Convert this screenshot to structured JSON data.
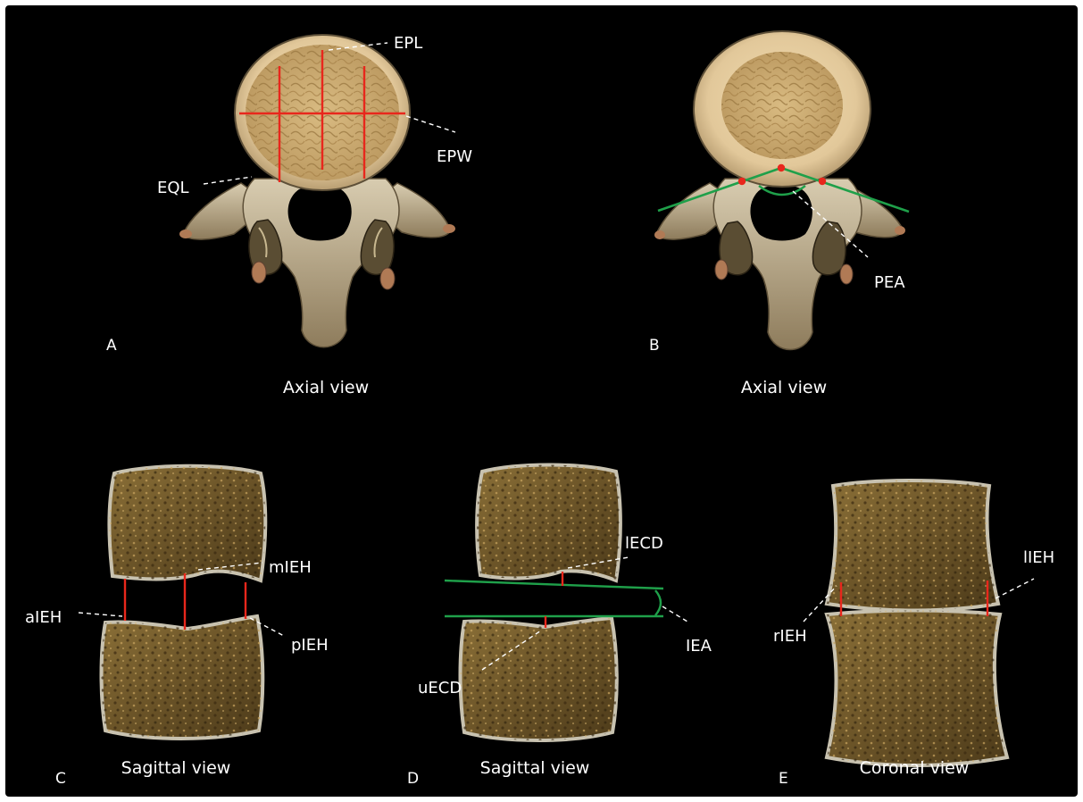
{
  "panels": {
    "a": {
      "letter": "A",
      "caption": "Axial view",
      "labels": {
        "epl": "EPL",
        "epw": "EPW",
        "eql": "EQL"
      }
    },
    "b": {
      "letter": "B",
      "caption": "Axial view",
      "labels": {
        "pea": "PEA"
      }
    },
    "c": {
      "letter": "C",
      "caption": "Sagittal view",
      "labels": {
        "mieh": "mIEH",
        "aieh": "aIEH",
        "pieh": "pIEH"
      }
    },
    "d": {
      "letter": "D",
      "caption": "Sagittal view",
      "labels": {
        "lecd": "lECD",
        "ieа": "IEA",
        "iea": "IEA",
        "uecd": "uECD"
      }
    },
    "e": {
      "letter": "E",
      "caption": "Coronal view",
      "labels": {
        "lieh": "lIEH",
        "rieh": "rIEH"
      }
    }
  },
  "colors": {
    "background": "#000000",
    "bone_light": "#ead2a4",
    "bone_dark": "#8a7554",
    "cancellous": "#c9a86c",
    "measure_red": "#e8271c",
    "measure_green": "#1fa04a",
    "disc_texture": "#5e4a22"
  }
}
